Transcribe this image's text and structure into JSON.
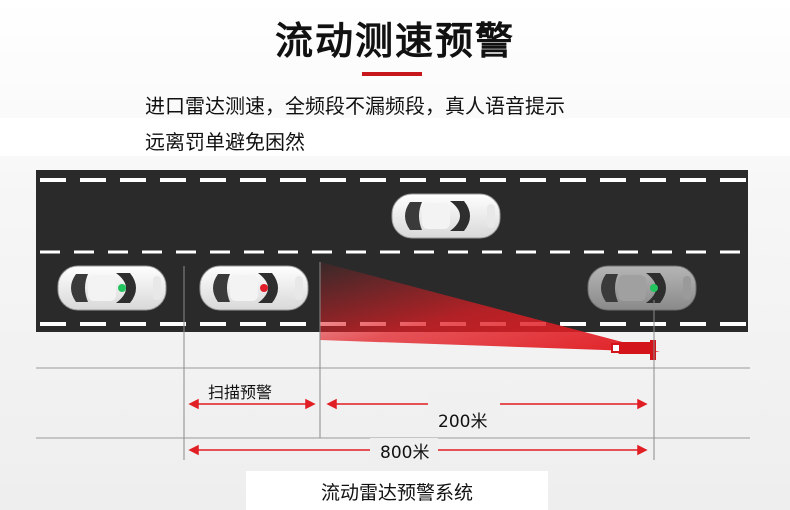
{
  "header": {
    "title": "流动测速预警",
    "accent_color": "#c8161d"
  },
  "description": {
    "line1": "进口雷达测速，全频段不漏频段，真人语音提示",
    "line2": "远离罚单避免困然"
  },
  "diagram": {
    "labels": {
      "scan_warning": "扫描预警",
      "distance_near": "200米",
      "distance_far": "800米"
    },
    "cars": [
      {
        "name": "car-top-lane",
        "dot": "none"
      },
      {
        "name": "car-left",
        "dot": "#22c55e"
      },
      {
        "name": "car-middle",
        "dot": "#e11d2a"
      },
      {
        "name": "car-right",
        "dot": "#22c55e"
      }
    ],
    "road_color": "#2a2a2a",
    "radar_beam_color": "#e01e24"
  },
  "footer": {
    "caption": "流动雷达预警系统"
  }
}
